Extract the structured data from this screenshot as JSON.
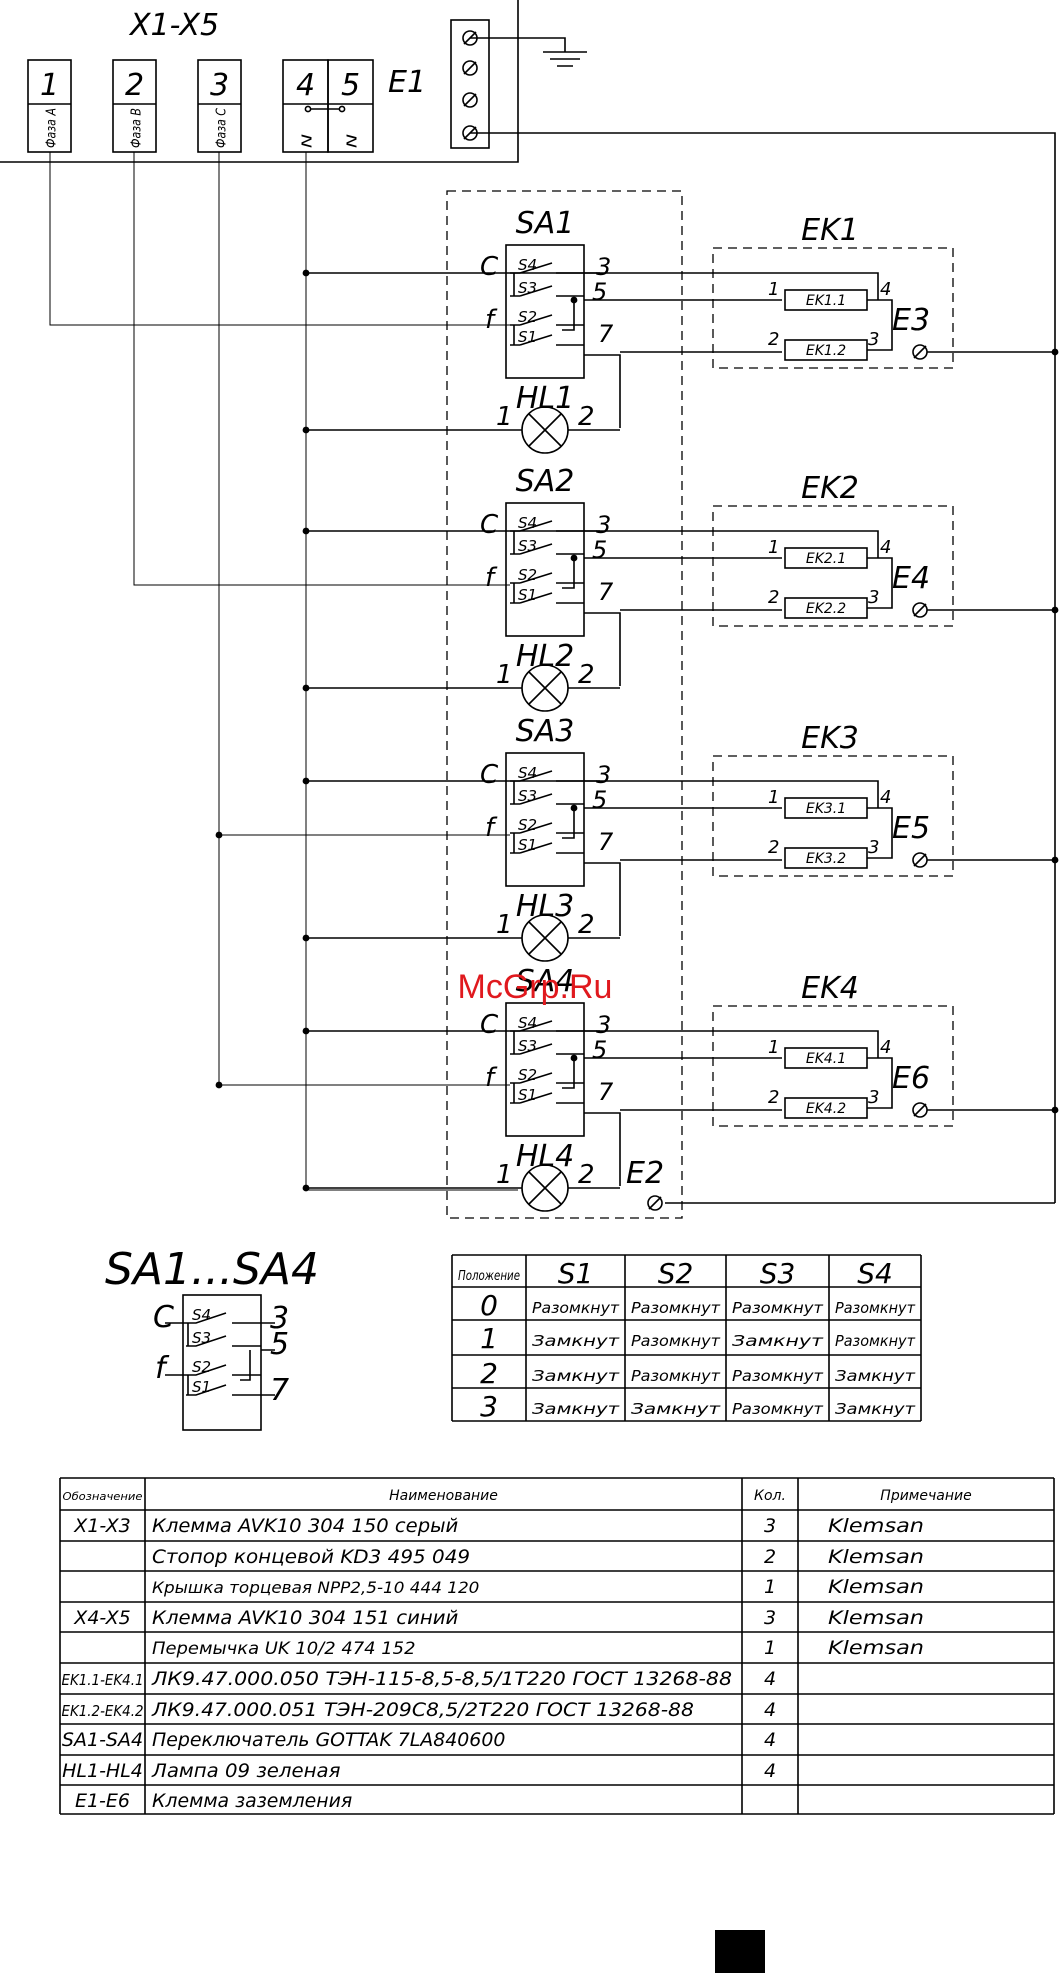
{
  "watermark": "McGrp.Ru",
  "terminal_block": {
    "title": "X1-X5",
    "e1_label": "E1",
    "terminals": [
      {
        "num": "1",
        "label": "Фаза А"
      },
      {
        "num": "2",
        "label": "Фаза В"
      },
      {
        "num": "3",
        "label": "Фаза С"
      },
      {
        "num": "4",
        "label": "N"
      },
      {
        "num": "5",
        "label": "N"
      }
    ]
  },
  "stages": [
    {
      "switch": "SA1",
      "lamp": "HL1",
      "heater": "EK1",
      "el1": "EK1.1",
      "el2": "EK1.2",
      "ground": "E3"
    },
    {
      "switch": "SA2",
      "lamp": "HL2",
      "heater": "EK2",
      "el1": "EK2.1",
      "el2": "EK2.2",
      "ground": "E4"
    },
    {
      "switch": "SA3",
      "lamp": "HL3",
      "heater": "EK3",
      "el1": "EK3.1",
      "el2": "EK3.2",
      "ground": "E5"
    },
    {
      "switch": "SA4",
      "lamp": "HL4",
      "heater": "EK4",
      "el1": "EK4.1",
      "el2": "EK4.2",
      "ground": "E6"
    }
  ],
  "switch_pins": {
    "c": "C",
    "f": "f",
    "s4": "S4",
    "s3": "S3",
    "s2": "S2",
    "s1": "S1",
    "p3": "3",
    "p5": "5",
    "p7": "7"
  },
  "pin_labels": {
    "one": "1",
    "two": "2",
    "three": "3",
    "four": "4"
  },
  "chassis_ground": "E2",
  "legend_switch": "SA1...SA4",
  "position_table": {
    "headers": [
      "Положение",
      "S1",
      "S2",
      "S3",
      "S4"
    ],
    "rows": [
      [
        "0",
        "Разомкнут",
        "Разомкнут",
        "Разомкнут",
        "Разомкнут"
      ],
      [
        "1",
        "Замкнут",
        "Разомкнут",
        "Замкнут",
        "Разомкнут"
      ],
      [
        "2",
        "Замкнут",
        "Разомкнут",
        "Разомкнут",
        "Замкнут"
      ],
      [
        "3",
        "Замкнут",
        "Замкнут",
        "Разомкнут",
        "Замкнут"
      ]
    ]
  },
  "parts_table": {
    "headers": [
      "Обозначение",
      "Наименование",
      "Кол.",
      "Примечание"
    ],
    "rows": [
      [
        "X1-X3",
        "Клемма AVK10 304 150 серый",
        "3",
        "Klemsan"
      ],
      [
        "",
        "Стопор концевой KD3 495 049",
        "2",
        "Klemsan"
      ],
      [
        "",
        "Крышка торцевая NPP2,5-10 444 120",
        "1",
        "Klemsan"
      ],
      [
        "X4-X5",
        "Клемма AVK10 304 151 синий",
        "3",
        "Klemsan"
      ],
      [
        "",
        "Перемычка UK 10/2 474 152",
        "1",
        "Klemsan"
      ],
      [
        "EK1.1-EK4.1",
        "ЛК9.47.000.050 ТЭН-115-8,5-8,5/1Т220 ГОСТ 13268-88",
        "4",
        ""
      ],
      [
        "EK1.2-EK4.2",
        "ЛК9.47.000.051 ТЭН-209С8,5/2Т220 ГОСТ 13268-88",
        "4",
        ""
      ],
      [
        "SA1-SA4",
        "Переключатель GOTTAK 7LA840600",
        "4",
        ""
      ],
      [
        "HL1-HL4",
        "Лампа 09 зеленая",
        "4",
        ""
      ],
      [
        "E1-E6",
        "Клемма заземления",
        "",
        ""
      ]
    ]
  }
}
